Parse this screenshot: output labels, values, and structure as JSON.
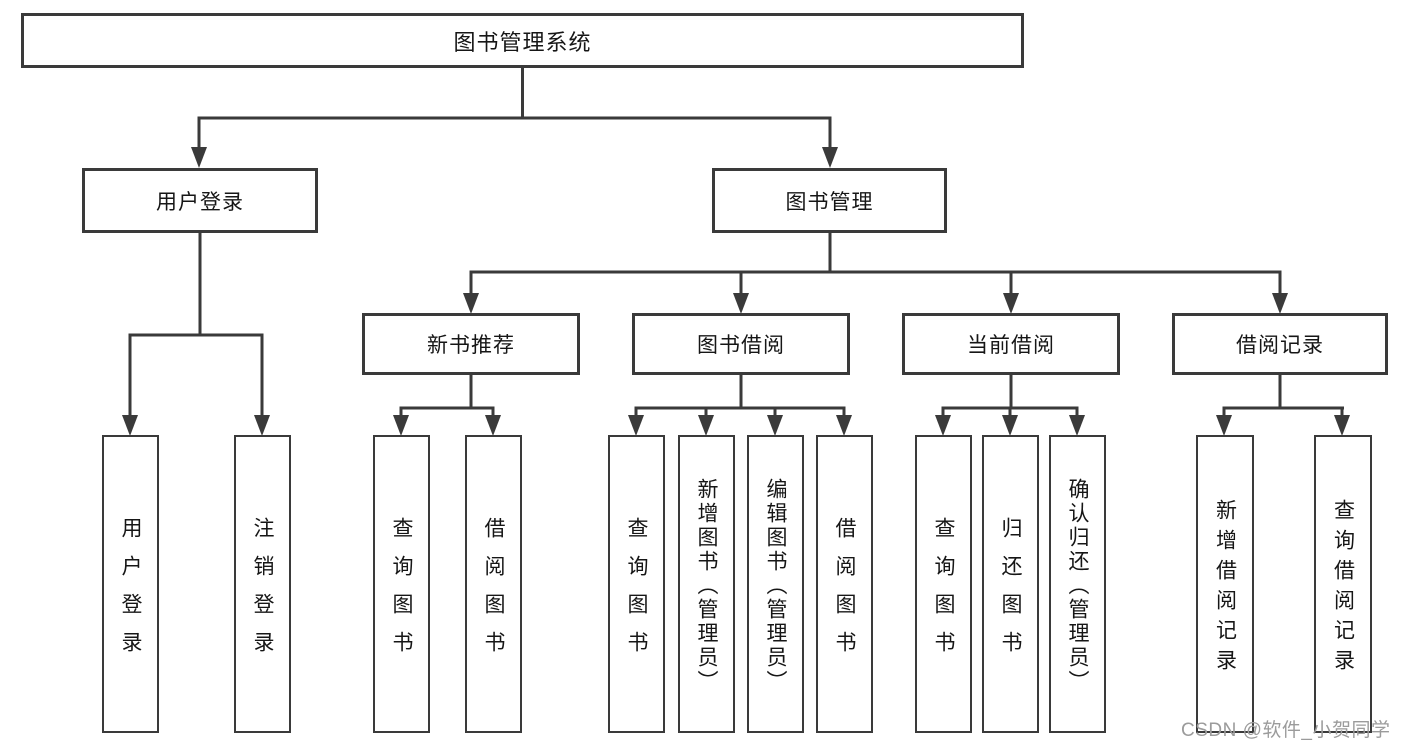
{
  "diagram_title": "图书管理系统",
  "nodes": {
    "root": "图书管理系统",
    "user_login": "用户登录",
    "book_management": "图书管理",
    "new_book_recommend": "新书推荐",
    "book_borrow": "图书借阅",
    "current_borrow": "当前借阅",
    "borrow_records": "借阅记录",
    "leaf_user_login": "用户登录",
    "leaf_logout": "注销登录",
    "leaf_nb_query_books": "查询图书",
    "leaf_nb_borrow_books": "借阅图书",
    "leaf_bb_query_books": "查询图书",
    "leaf_bb_add_books_admin": "新增图书（管理员）",
    "leaf_bb_edit_books_admin": "编辑图书（管理员）",
    "leaf_bb_borrow_books": "借阅图书",
    "leaf_cb_query_books": "查询图书",
    "leaf_cb_return_books": "归还图书",
    "leaf_cb_confirm_return_admin": "确认归还（管理员）",
    "leaf_br_add_record": "新增借阅记录",
    "leaf_br_query_record": "查询借阅记录"
  },
  "watermark": "CSDN @软件_小贺同学",
  "colors": {
    "line": "#3a3a3a",
    "border": "#3a3a3a",
    "text": "#161616",
    "watermark": "#9b9b9b",
    "background": "#ffffff"
  }
}
